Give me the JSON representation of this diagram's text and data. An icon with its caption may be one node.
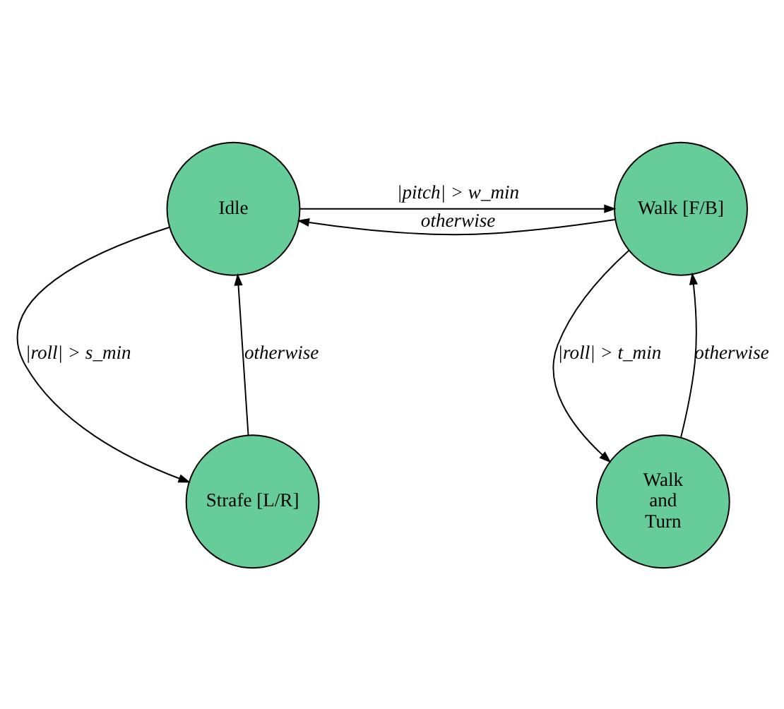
{
  "diagram": {
    "nodes": [
      {
        "text": [
          "Idle"
        ]
      },
      {
        "text": [
          "Walk [F/B]"
        ]
      },
      {
        "text": [
          "Strafe [L/R]"
        ]
      },
      {
        "text": [
          "Walk and Turn"
        ]
      }
    ],
    "edges": [
      {
        "from": 1,
        "to": 0,
        "arrow": "to",
        "label": "otherwise"
      },
      {
        "from": 0,
        "to": 1,
        "arrow": "to",
        "label": "|pitch| > w_min"
      },
      {
        "from": 0,
        "to": 2,
        "arrow": "to",
        "label": "|roll| > s_min"
      },
      {
        "from": 1,
        "to": 3,
        "arrow": "to",
        "label": "|roll| > t_min"
      },
      {
        "from": 2,
        "to": 0,
        "arrow": "to",
        "label": "otherwise"
      },
      {
        "from": 3,
        "to": 1,
        "arrow": "to",
        "label": "otherwise"
      }
    ]
  }
}
